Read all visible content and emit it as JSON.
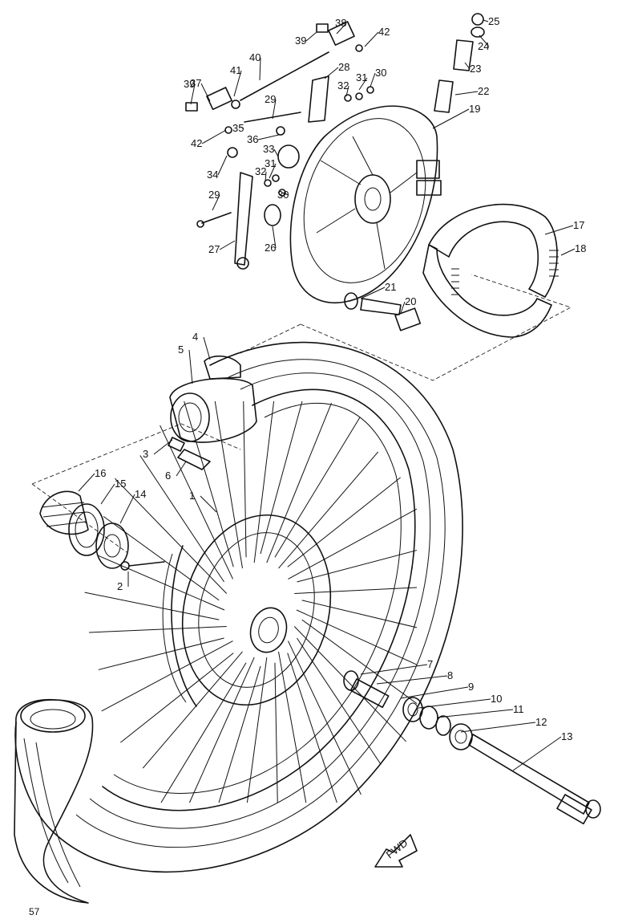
{
  "figure": {
    "fwd_label": "FWD",
    "page_number": "57"
  },
  "callouts": [
    {
      "id": "c1",
      "label": "1"
    },
    {
      "id": "c2",
      "label": "2"
    },
    {
      "id": "c3",
      "label": "3"
    },
    {
      "id": "c4",
      "label": "4"
    },
    {
      "id": "c5",
      "label": "5"
    },
    {
      "id": "c6",
      "label": "6"
    },
    {
      "id": "c7",
      "label": "7"
    },
    {
      "id": "c8",
      "label": "8"
    },
    {
      "id": "c9",
      "label": "9"
    },
    {
      "id": "c10",
      "label": "10"
    },
    {
      "id": "c11",
      "label": "11"
    },
    {
      "id": "c12",
      "label": "12"
    },
    {
      "id": "c13",
      "label": "13"
    },
    {
      "id": "c14",
      "label": "14"
    },
    {
      "id": "c15",
      "label": "15"
    },
    {
      "id": "c16",
      "label": "16"
    },
    {
      "id": "c17",
      "label": "17"
    },
    {
      "id": "c18",
      "label": "18"
    },
    {
      "id": "c19",
      "label": "19"
    },
    {
      "id": "c20",
      "label": "20"
    },
    {
      "id": "c21",
      "label": "21"
    },
    {
      "id": "c22",
      "label": "22"
    },
    {
      "id": "c23",
      "label": "23"
    },
    {
      "id": "c24",
      "label": "24"
    },
    {
      "id": "c25",
      "label": "25"
    },
    {
      "id": "c26",
      "label": "26"
    },
    {
      "id": "c27",
      "label": "27"
    },
    {
      "id": "c28",
      "label": "28"
    },
    {
      "id": "c29a",
      "label": "29"
    },
    {
      "id": "c29b",
      "label": "29"
    },
    {
      "id": "c30a",
      "label": "30"
    },
    {
      "id": "c30b",
      "label": "30"
    },
    {
      "id": "c31a",
      "label": "31"
    },
    {
      "id": "c31b",
      "label": "31"
    },
    {
      "id": "c32a",
      "label": "32"
    },
    {
      "id": "c32b",
      "label": "32"
    },
    {
      "id": "c33",
      "label": "33"
    },
    {
      "id": "c34",
      "label": "34"
    },
    {
      "id": "c35",
      "label": "35"
    },
    {
      "id": "c36",
      "label": "36"
    },
    {
      "id": "c37",
      "label": "37"
    },
    {
      "id": "c38",
      "label": "38"
    },
    {
      "id": "c39a",
      "label": "39"
    },
    {
      "id": "c39b",
      "label": "39"
    },
    {
      "id": "c40",
      "label": "40"
    },
    {
      "id": "c41",
      "label": "41"
    },
    {
      "id": "c42a",
      "label": "42"
    },
    {
      "id": "c42b",
      "label": "42"
    }
  ]
}
